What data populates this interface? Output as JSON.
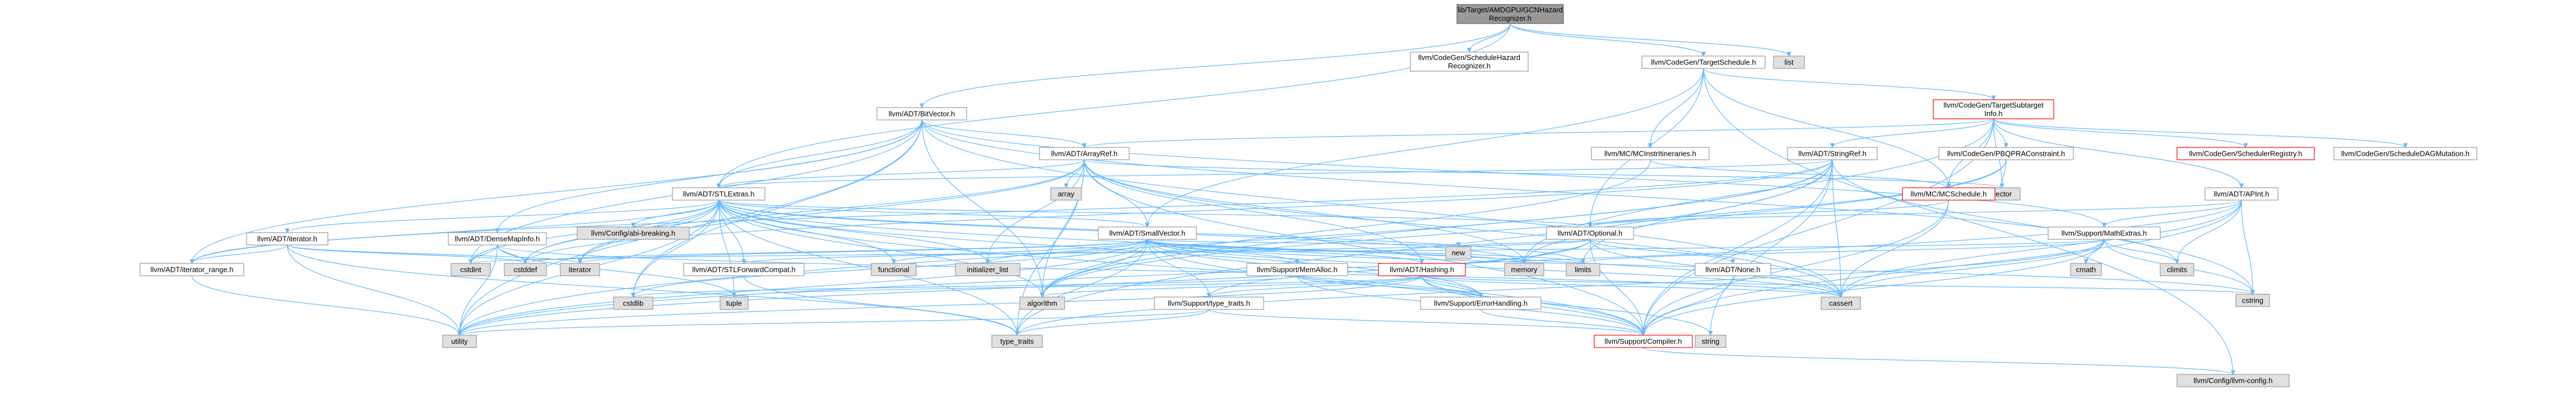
{
  "graph": {
    "colors": {
      "edge": "#63b8ff",
      "node_border": "#999999",
      "truncated_border": "#ff0000",
      "system_fill": "#e0e0e0",
      "root_fill": "#999999"
    },
    "nodes": [
      {
        "id": "root",
        "lines": [
          "lib/Target/AMDGPU/GCNHazard",
          "Recognizer.h"
        ],
        "kind": "root"
      },
      {
        "id": "sched_hazard",
        "lines": [
          "llvm/CodeGen/ScheduleHazard",
          "Recognizer.h"
        ],
        "kind": "hdr"
      },
      {
        "id": "target_sched",
        "lines": [
          "llvm/CodeGen/TargetSchedule.h"
        ],
        "kind": "hdr"
      },
      {
        "id": "list",
        "lines": [
          "list"
        ],
        "kind": "sys"
      },
      {
        "id": "bitvector",
        "lines": [
          "llvm/ADT/BitVector.h"
        ],
        "kind": "hdr"
      },
      {
        "id": "tsi",
        "lines": [
          "llvm/CodeGen/TargetSubtarget",
          "Info.h"
        ],
        "kind": "trunc"
      },
      {
        "id": "mcinstr",
        "lines": [
          "llvm/MC/MCInstrItineraries.h"
        ],
        "kind": "hdr"
      },
      {
        "id": "arrayref",
        "lines": [
          "llvm/ADT/ArrayRef.h"
        ],
        "kind": "hdr"
      },
      {
        "id": "stringref",
        "lines": [
          "llvm/ADT/StringRef.h"
        ],
        "kind": "hdr"
      },
      {
        "id": "pbqp",
        "lines": [
          "llvm/CodeGen/PBQPRAConstraint.h"
        ],
        "kind": "hdr"
      },
      {
        "id": "schedreg",
        "lines": [
          "llvm/CodeGen/SchedulerRegistry.h"
        ],
        "kind": "trunc"
      },
      {
        "id": "dagmut",
        "lines": [
          "llvm/CodeGen/ScheduleDAGMutation.h"
        ],
        "kind": "hdr"
      },
      {
        "id": "array",
        "lines": [
          "array"
        ],
        "kind": "sys"
      },
      {
        "id": "vector",
        "lines": [
          "vector"
        ],
        "kind": "sys"
      },
      {
        "id": "mcschedule",
        "lines": [
          "llvm/MC/MCSchedule.h"
        ],
        "kind": "trunc"
      },
      {
        "id": "apint",
        "lines": [
          "llvm/ADT/APInt.h"
        ],
        "kind": "hdr"
      },
      {
        "id": "stlextras",
        "lines": [
          "llvm/ADT/STLExtras.h"
        ],
        "kind": "hdr"
      },
      {
        "id": "abibreaking",
        "lines": [
          "llvm/Config/abi-breaking.h"
        ],
        "kind": "sys"
      },
      {
        "id": "smallvector",
        "lines": [
          "llvm/ADT/SmallVector.h"
        ],
        "kind": "hdr"
      },
      {
        "id": "optional",
        "lines": [
          "llvm/ADT/Optional.h"
        ],
        "kind": "hdr"
      },
      {
        "id": "mathextras",
        "lines": [
          "llvm/Support/MathExtras.h"
        ],
        "kind": "hdr"
      },
      {
        "id": "iterator",
        "lines": [
          "llvm/ADT/iterator.h"
        ],
        "kind": "hdr"
      },
      {
        "id": "densemapinfo",
        "lines": [
          "llvm/ADT/DenseMapInfo.h"
        ],
        "kind": "hdr"
      },
      {
        "id": "iterator_range",
        "lines": [
          "llvm/ADT/iterator_range.h"
        ],
        "kind": "hdr"
      },
      {
        "id": "cstdint",
        "lines": [
          "cstdint"
        ],
        "kind": "sys"
      },
      {
        "id": "cstddef",
        "lines": [
          "cstddef"
        ],
        "kind": "sys"
      },
      {
        "id": "iterator_sys",
        "lines": [
          "iterator"
        ],
        "kind": "sys"
      },
      {
        "id": "stlfwd",
        "lines": [
          "llvm/ADT/STLForwardCompat.h"
        ],
        "kind": "hdr"
      },
      {
        "id": "functional",
        "lines": [
          "functional"
        ],
        "kind": "sys"
      },
      {
        "id": "init_list",
        "lines": [
          "initializer_list"
        ],
        "kind": "sys"
      },
      {
        "id": "memalloc",
        "lines": [
          "llvm/Support/MemAlloc.h"
        ],
        "kind": "hdr"
      },
      {
        "id": "hashing",
        "lines": [
          "llvm/ADT/Hashing.h"
        ],
        "kind": "trunc"
      },
      {
        "id": "new",
        "lines": [
          "new"
        ],
        "kind": "sys"
      },
      {
        "id": "memory",
        "lines": [
          "memory"
        ],
        "kind": "sys"
      },
      {
        "id": "limits",
        "lines": [
          "limits"
        ],
        "kind": "sys"
      },
      {
        "id": "none",
        "lines": [
          "llvm/ADT/None.h"
        ],
        "kind": "hdr"
      },
      {
        "id": "cmath",
        "lines": [
          "cmath"
        ],
        "kind": "sys"
      },
      {
        "id": "climits",
        "lines": [
          "climits"
        ],
        "kind": "sys"
      },
      {
        "id": "cstring",
        "lines": [
          "cstring"
        ],
        "kind": "sys"
      },
      {
        "id": "cstdlib",
        "lines": [
          "cstdlib"
        ],
        "kind": "sys"
      },
      {
        "id": "tuple",
        "lines": [
          "tuple"
        ],
        "kind": "sys"
      },
      {
        "id": "algorithm",
        "lines": [
          "algorithm"
        ],
        "kind": "sys"
      },
      {
        "id": "type_traits_llvm",
        "lines": [
          "llvm/Support/type_traits.h"
        ],
        "kind": "hdr"
      },
      {
        "id": "errorhandling",
        "lines": [
          "llvm/Support/ErrorHandling.h"
        ],
        "kind": "hdr"
      },
      {
        "id": "cassert",
        "lines": [
          "cassert"
        ],
        "kind": "sys"
      },
      {
        "id": "utility",
        "lines": [
          "utility"
        ],
        "kind": "sys"
      },
      {
        "id": "type_traits",
        "lines": [
          "type_traits"
        ],
        "kind": "sys"
      },
      {
        "id": "compiler",
        "lines": [
          "llvm/Support/Compiler.h"
        ],
        "kind": "trunc"
      },
      {
        "id": "string",
        "lines": [
          "string"
        ],
        "kind": "sys"
      },
      {
        "id": "llvmconfig",
        "lines": [
          "llvm/Config/llvm-config.h"
        ],
        "kind": "sys"
      }
    ],
    "edges": [
      [
        "root",
        "sched_hazard"
      ],
      [
        "root",
        "target_sched"
      ],
      [
        "root",
        "list"
      ],
      [
        "root",
        "bitvector"
      ],
      [
        "root",
        "stlextras"
      ],
      [
        "target_sched",
        "tsi"
      ],
      [
        "target_sched",
        "mcinstr"
      ],
      [
        "target_sched",
        "smallvector"
      ],
      [
        "target_sched",
        "optional"
      ],
      [
        "target_sched",
        "mcschedule"
      ],
      [
        "target_sched",
        "llvmconfig"
      ],
      [
        "bitvector",
        "arrayref"
      ],
      [
        "bitvector",
        "densemapinfo"
      ],
      [
        "bitvector",
        "iterator_range"
      ],
      [
        "bitvector",
        "mathextras"
      ],
      [
        "bitvector",
        "algorithm"
      ],
      [
        "bitvector",
        "cassert"
      ],
      [
        "bitvector",
        "climits"
      ],
      [
        "bitvector",
        "cstdint"
      ],
      [
        "bitvector",
        "cstdlib"
      ],
      [
        "bitvector",
        "utility"
      ],
      [
        "bitvector",
        "stlextras"
      ],
      [
        "tsi",
        "arrayref"
      ],
      [
        "tsi",
        "stringref"
      ],
      [
        "tsi",
        "pbqp"
      ],
      [
        "tsi",
        "schedreg"
      ],
      [
        "tsi",
        "dagmut"
      ],
      [
        "tsi",
        "apint"
      ],
      [
        "tsi",
        "vector"
      ],
      [
        "tsi",
        "mcschedule"
      ],
      [
        "tsi",
        "memory"
      ],
      [
        "tsi",
        "compiler"
      ],
      [
        "mcinstr",
        "mcschedule"
      ],
      [
        "mcinstr",
        "algorithm"
      ],
      [
        "arrayref",
        "array"
      ],
      [
        "arrayref",
        "smallvector"
      ],
      [
        "arrayref",
        "hashing"
      ],
      [
        "arrayref",
        "stlextras"
      ],
      [
        "arrayref",
        "algorithm"
      ],
      [
        "arrayref",
        "cassert"
      ],
      [
        "arrayref",
        "cstddef"
      ],
      [
        "arrayref",
        "init_list"
      ],
      [
        "arrayref",
        "iterator_sys"
      ],
      [
        "arrayref",
        "memory"
      ],
      [
        "arrayref",
        "type_traits"
      ],
      [
        "arrayref",
        "vector"
      ],
      [
        "arrayref",
        "compiler"
      ],
      [
        "stringref",
        "stlextras"
      ],
      [
        "stringref",
        "iterator_range"
      ],
      [
        "stringref",
        "compiler"
      ],
      [
        "stringref",
        "algorithm"
      ],
      [
        "stringref",
        "cassert"
      ],
      [
        "stringref",
        "cstddef"
      ],
      [
        "stringref",
        "cstring"
      ],
      [
        "stringref",
        "limits"
      ],
      [
        "stringref",
        "string"
      ],
      [
        "stringref",
        "type_traits"
      ],
      [
        "stringref",
        "utility"
      ],
      [
        "pbqp",
        "memory"
      ],
      [
        "pbqp",
        "vector"
      ],
      [
        "pbqp",
        "algorithm"
      ],
      [
        "mcschedule",
        "optional"
      ],
      [
        "mcschedule",
        "cassert"
      ],
      [
        "mcschedule",
        "compiler"
      ],
      [
        "apint",
        "mathextras"
      ],
      [
        "apint",
        "compiler"
      ],
      [
        "apint",
        "cassert"
      ],
      [
        "apint",
        "climits"
      ],
      [
        "apint",
        "cstring"
      ],
      [
        "apint",
        "utility"
      ],
      [
        "apint",
        "optional"
      ],
      [
        "stlextras",
        "abibreaking"
      ],
      [
        "stlextras",
        "smallvector"
      ],
      [
        "stlextras",
        "optional"
      ],
      [
        "stlextras",
        "stlfwd"
      ],
      [
        "stlextras",
        "iterator"
      ],
      [
        "stlextras",
        "iterator_range"
      ],
      [
        "stlextras",
        "compiler"
      ],
      [
        "stlextras",
        "errorhandling"
      ],
      [
        "stlextras",
        "algorithm"
      ],
      [
        "stlextras",
        "cassert"
      ],
      [
        "stlextras",
        "cstddef"
      ],
      [
        "stlextras",
        "cstdint"
      ],
      [
        "stlextras",
        "cstdlib"
      ],
      [
        "stlextras",
        "functional"
      ],
      [
        "stlextras",
        "init_list"
      ],
      [
        "stlextras",
        "iterator_sys"
      ],
      [
        "stlextras",
        "limits"
      ],
      [
        "stlextras",
        "memory"
      ],
      [
        "stlextras",
        "tuple"
      ],
      [
        "stlextras",
        "type_traits"
      ],
      [
        "stlextras",
        "utility"
      ],
      [
        "smallvector",
        "compiler"
      ],
      [
        "smallvector",
        "memalloc"
      ],
      [
        "smallvector",
        "type_traits_llvm"
      ],
      [
        "smallvector",
        "algorithm"
      ],
      [
        "smallvector",
        "cassert"
      ],
      [
        "smallvector",
        "cstddef"
      ],
      [
        "smallvector",
        "cstdlib"
      ],
      [
        "smallvector",
        "cstring"
      ],
      [
        "smallvector",
        "functional"
      ],
      [
        "smallvector",
        "init_list"
      ],
      [
        "smallvector",
        "iterator_sys"
      ],
      [
        "smallvector",
        "limits"
      ],
      [
        "smallvector",
        "memory"
      ],
      [
        "smallvector",
        "new"
      ],
      [
        "smallvector",
        "type_traits"
      ],
      [
        "smallvector",
        "utility"
      ],
      [
        "smallvector",
        "hashing"
      ],
      [
        "smallvector",
        "errorhandling"
      ],
      [
        "optional",
        "none"
      ],
      [
        "optional",
        "stlfwd"
      ],
      [
        "optional",
        "compiler"
      ],
      [
        "optional",
        "type_traits_llvm"
      ],
      [
        "optional",
        "cassert"
      ],
      [
        "optional",
        "new"
      ],
      [
        "optional",
        "utility"
      ],
      [
        "optional",
        "memory"
      ],
      [
        "mathextras",
        "compiler"
      ],
      [
        "mathextras",
        "cassert"
      ],
      [
        "mathextras",
        "climits"
      ],
      [
        "mathextras",
        "cmath"
      ],
      [
        "mathextras",
        "cstdint"
      ],
      [
        "mathextras",
        "cstring"
      ],
      [
        "mathextras",
        "limits"
      ],
      [
        "mathextras",
        "type_traits"
      ],
      [
        "iterator",
        "iterator_range"
      ],
      [
        "iterator",
        "cstddef"
      ],
      [
        "iterator",
        "iterator_sys"
      ],
      [
        "iterator",
        "type_traits"
      ],
      [
        "iterator",
        "utility"
      ],
      [
        "densemapinfo",
        "cassert"
      ],
      [
        "densemapinfo",
        "cstddef"
      ],
      [
        "densemapinfo",
        "cstdint"
      ],
      [
        "densemapinfo",
        "tuple"
      ],
      [
        "densemapinfo",
        "utility"
      ],
      [
        "iterator_range",
        "utility"
      ],
      [
        "stlfwd",
        "type_traits"
      ],
      [
        "memalloc",
        "compiler"
      ],
      [
        "memalloc",
        "errorhandling"
      ],
      [
        "memalloc",
        "cstdlib"
      ],
      [
        "hashing",
        "errorhandling"
      ],
      [
        "hashing",
        "type_traits_llvm"
      ],
      [
        "hashing",
        "algorithm"
      ],
      [
        "hashing",
        "cassert"
      ],
      [
        "hashing",
        "cstring"
      ],
      [
        "hashing",
        "string"
      ],
      [
        "hashing",
        "tuple"
      ],
      [
        "hashing",
        "utility"
      ],
      [
        "hashing",
        "compiler"
      ],
      [
        "type_traits_llvm",
        "compiler"
      ],
      [
        "type_traits_llvm",
        "type_traits"
      ],
      [
        "type_traits_llvm",
        "utility"
      ],
      [
        "errorhandling",
        "compiler"
      ],
      [
        "compiler",
        "llvmconfig"
      ],
      [
        "none",
        "compiler"
      ]
    ]
  }
}
